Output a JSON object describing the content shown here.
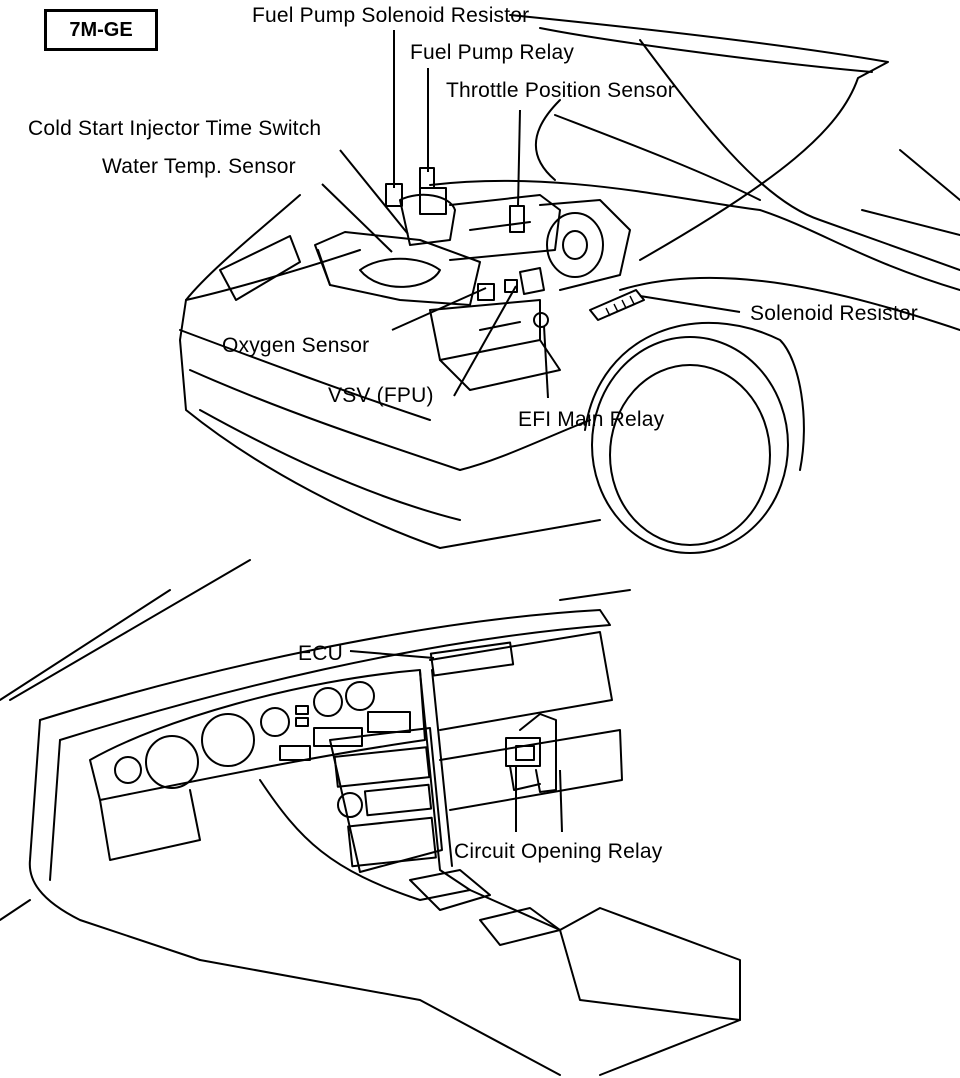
{
  "engine_tag": "7M-GE",
  "labels": {
    "fuel_pump_solenoid_resistor": "Fuel Pump Solenoid Resistor",
    "fuel_pump_relay": "Fuel Pump Relay",
    "throttle_position_sensor": "Throttle Position Sensor",
    "cold_start_injector_time_switch": "Cold Start Injector Time Switch",
    "water_temp_sensor": "Water Temp. Sensor",
    "solenoid_resistor": "Solenoid Resistor",
    "oxygen_sensor": "Oxygen Sensor",
    "vsv_fpu": "VSV (FPU)",
    "efi_main_relay": "EFI Main Relay",
    "ecu": "ECU",
    "circuit_opening_relay": "Circuit Opening Relay"
  }
}
